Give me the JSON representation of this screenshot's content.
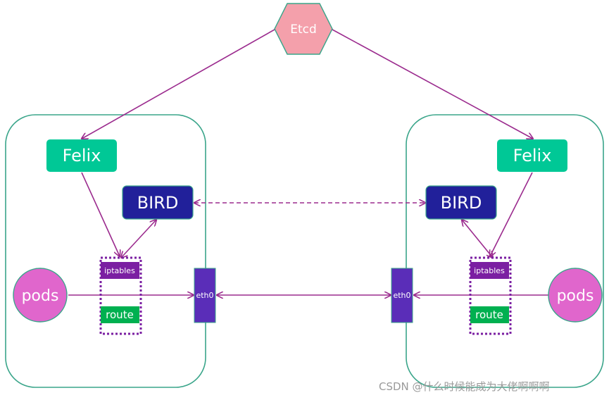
{
  "etcd": {
    "label": "Etcd"
  },
  "left_node": {
    "felix": "Felix",
    "bird": "BIRD",
    "iptables": "iptables",
    "route": "route",
    "eth": "eth0",
    "pods": "pods"
  },
  "right_node": {
    "felix": "Felix",
    "bird": "BIRD",
    "iptables": "iptables",
    "route": "route",
    "eth": "eth0",
    "pods": "pods"
  },
  "watermark": "CSDN @什么时候能成为大佬啊啊啊",
  "colors": {
    "etcd_fill": "#f4a0ab",
    "felix_fill": "#00c896",
    "bird_fill": "#21209a",
    "iptables_fill": "#7b1fa2",
    "route_fill": "#00b050",
    "eth_fill": "#5a2db8",
    "pods_fill": "#e066cc",
    "arrow": "#9b2b8e",
    "node_border": "#3aa58a"
  }
}
